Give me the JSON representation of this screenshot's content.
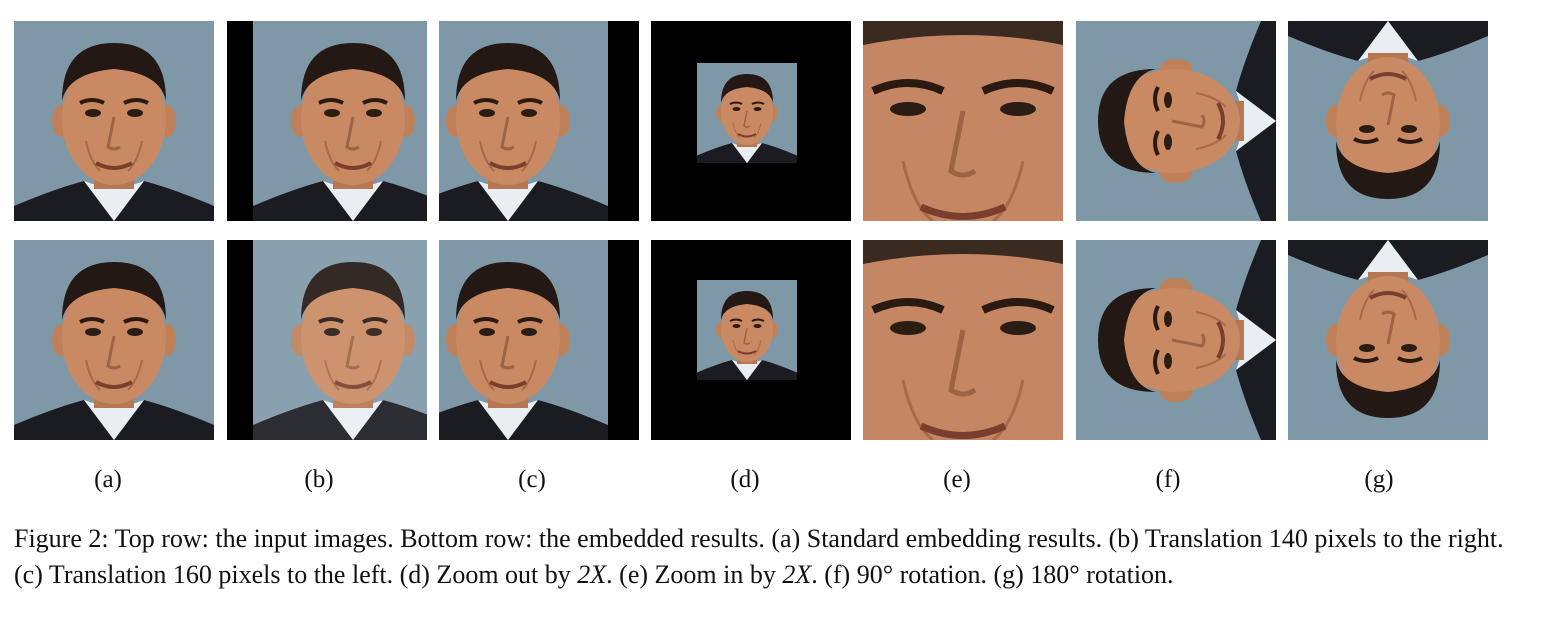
{
  "figure": {
    "subfigure_labels": [
      "(a)",
      "(b)",
      "(c)",
      "(d)",
      "(e)",
      "(f)",
      "(g)"
    ],
    "caption": {
      "lead": "Figure 2: Top row: the input images. Bottom row: the embedded results. (a) Standard embedding results. (b) Translation 140 pixels to the right. (c) Translation 160 pixels to the left. (d) Zoom out by ",
      "math1": "2X",
      "mid": ". (e) Zoom in by ",
      "math2": "2X",
      "tail": ". (f) 90° rotation. (g) 180° rotation."
    },
    "rows": [
      "input images",
      "embedded results"
    ],
    "colors": {
      "background": "#7f98a8",
      "skin": "#c98a63",
      "hair": "#231813",
      "suit": "#1b1c22",
      "shirt": "#e9eef2",
      "black": "#000000"
    }
  }
}
